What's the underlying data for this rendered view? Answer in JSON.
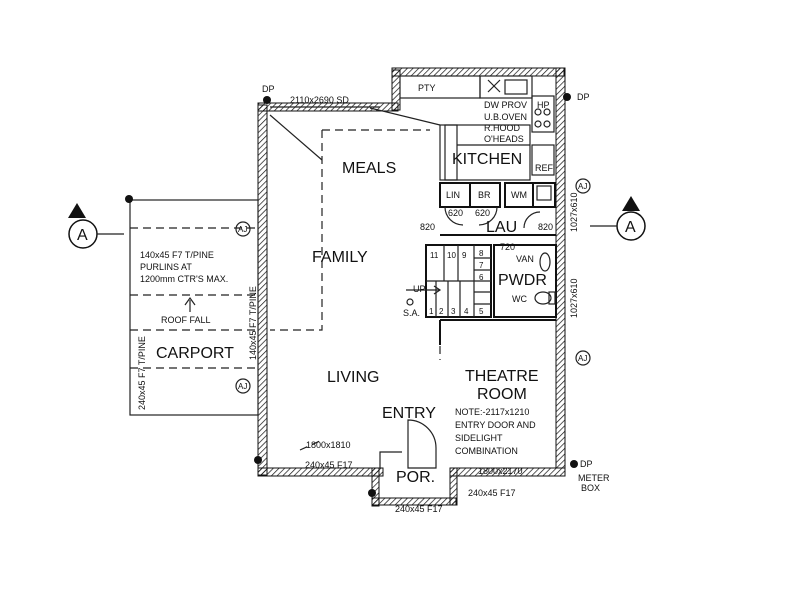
{
  "rooms": {
    "meals": "MEALS",
    "kitchen": "KITCHEN",
    "family": "FAMILY",
    "living": "LIVING",
    "carport": "CARPORT",
    "lau": "LAU",
    "pwdr": "PWDR",
    "theatre_1": "THEATRE",
    "theatre_2": "ROOM",
    "entry": "ENTRY",
    "por": "POR."
  },
  "fixtures": {
    "pty": "PTY",
    "dw_prov": "DW PROV",
    "hp": "HP",
    "ub_oven": "U.B.OVEN",
    "r_hood": "R.HOOD",
    "oheads": "O'HEADS",
    "ref": "REF",
    "lin": "LIN",
    "br": "BR",
    "wm": "WM",
    "van": "VAN",
    "wc": "WC",
    "up": "UP",
    "sa": "S.A.",
    "dp": "DP",
    "meter_box_1": "METER",
    "meter_box_2": "BOX",
    "aj": "AJ",
    "section": "A"
  },
  "dimensions": {
    "sd_door": "2110x2690 SD",
    "w620a": "620",
    "w620b": "620",
    "w820a": "820",
    "w820b": "820",
    "w720": "720",
    "win_1027": "1027x610",
    "win_1027b": "1027x610",
    "win_1800_1810": "1800x1810",
    "win_1800_2170": "1800x2170",
    "beam_f17_a": "240x45 F17",
    "beam_f17_b": "240x45 F17",
    "beam_f17_c": "240x45 F17",
    "tpine_vert_1": "140x45 F7 T/PINE",
    "tpine_vert_2": "240x45 F7 T/PINE"
  },
  "stairs": [
    "11",
    "10",
    "9",
    "8",
    "7",
    "6",
    "5",
    "4",
    "3",
    "2",
    "1"
  ],
  "carport_notes": {
    "line1": "140x45 F7 T/PINE",
    "line2": "PURLINS AT",
    "line3": "1200mm CTR'S MAX.",
    "roof_fall": "ROOF FALL"
  },
  "entry_note": {
    "line1": "NOTE:-2117x1210",
    "line2": "ENTRY DOOR AND",
    "line3": "SIDELIGHT",
    "line4": "COMBINATION"
  }
}
